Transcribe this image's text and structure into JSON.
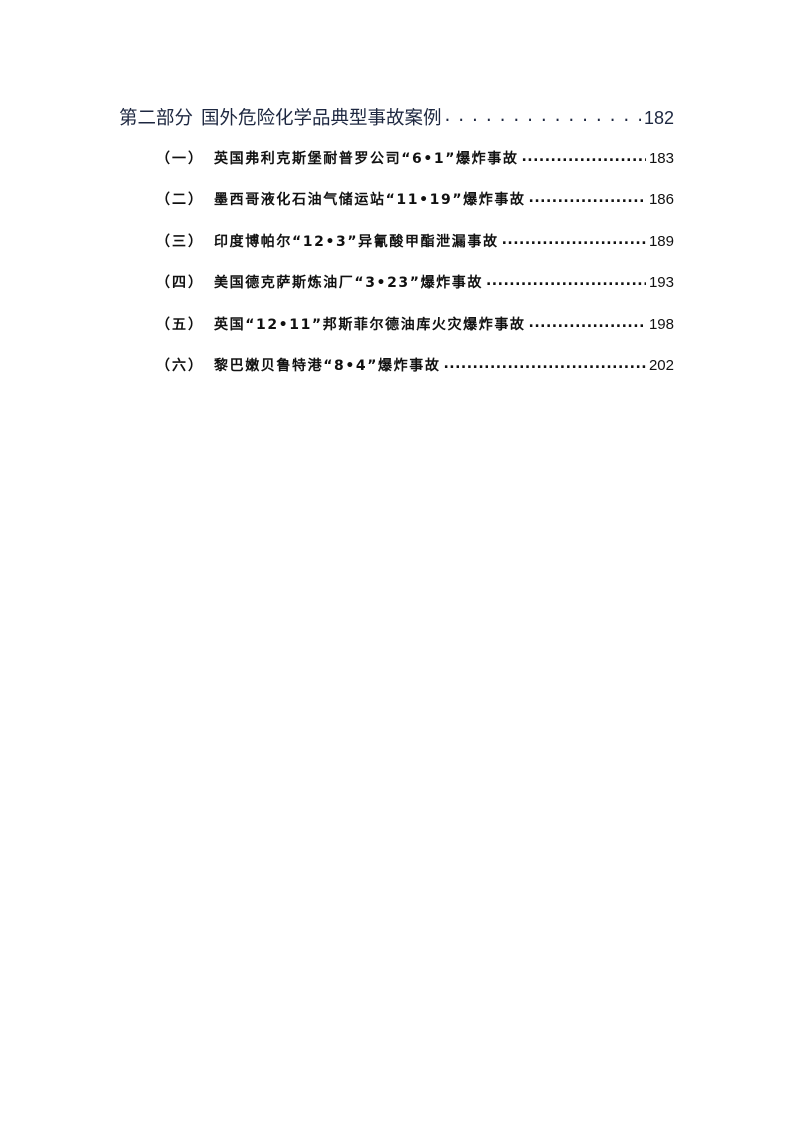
{
  "toc": {
    "part": {
      "number": "第二部分",
      "title": "国外危险化学品典型事故案例",
      "page": "182"
    },
    "entries": [
      {
        "number": "（一）",
        "title": "英国弗利克斯堡耐普罗公司“6•1”爆炸事故",
        "page": "183"
      },
      {
        "number": "（二）",
        "title": "墨西哥液化石油气储运站“11•19”爆炸事故",
        "page": "186"
      },
      {
        "number": "（三）",
        "title": "印度博帕尔“12•3”异氰酸甲酯泄漏事故",
        "page": "189"
      },
      {
        "number": "（四）",
        "title": "美国德克萨斯炼油厂“3•23”爆炸事故",
        "page": "193"
      },
      {
        "number": "（五）",
        "title": "英国“12•11”邦斯菲尔德油库火灾爆炸事故",
        "page": "198"
      },
      {
        "number": "（六）",
        "title": "黎巴嫩贝鲁特港“8•4”爆炸事故",
        "page": "202"
      }
    ]
  },
  "colors": {
    "heading": "#1d2740",
    "entry": "#111111",
    "background": "#ffffff"
  }
}
